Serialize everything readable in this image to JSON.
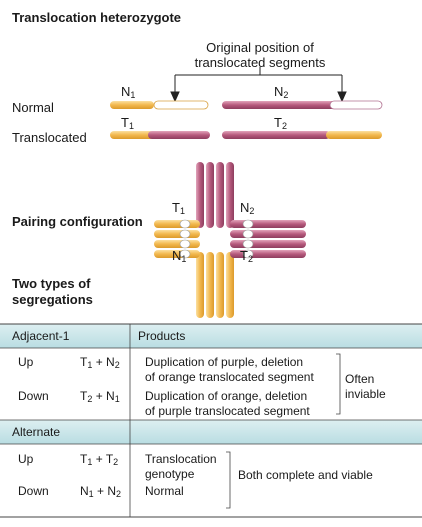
{
  "title": "Translocation heterozygote",
  "annotation": {
    "line1": "Original position of",
    "line2": "translocated segments"
  },
  "rows": {
    "normal": "Normal",
    "translocated": "Translocated"
  },
  "chrom_labels": {
    "n": "N",
    "t": "T",
    "one": "1",
    "two": "2"
  },
  "pairing": {
    "label": "Pairing configuration"
  },
  "segregations": {
    "line1": "Two types of",
    "line2": "segregations"
  },
  "table": {
    "adjacent_header": "Adjacent-1",
    "products_header": "Products",
    "alternate_header": "Alternate",
    "adjacent_rows": [
      {
        "dir": "Up",
        "combo_a": "T",
        "sub_a": "1",
        "plus": " + ",
        "combo_b": "N",
        "sub_b": "2",
        "product1": "Duplication of purple, deletion",
        "product2": "of orange translocated segment"
      },
      {
        "dir": "Down",
        "combo_a": "T",
        "sub_a": "2",
        "plus": " + ",
        "combo_b": "N",
        "sub_b": "1",
        "product1": "Duplication of orange, deletion",
        "product2": "of purple translocated segment"
      }
    ],
    "adjacent_outcome": {
      "line1": "Often",
      "line2": "inviable"
    },
    "alternate_rows": [
      {
        "dir": "Up",
        "combo_a": "T",
        "sub_a": "1",
        "plus": " + ",
        "combo_b": "T",
        "sub_b": "2",
        "product1": "Translocation",
        "product2": "genotype"
      },
      {
        "dir": "Down",
        "combo_a": "N",
        "sub_a": "1",
        "plus": " + ",
        "combo_b": "N",
        "sub_b": "2",
        "product1": "Normal",
        "product2": ""
      }
    ],
    "alternate_outcome": "Both complete and viable"
  },
  "colors": {
    "orange": "#f2b84e",
    "purple": "#b65a7d",
    "header_teal": "#c7e5e9"
  }
}
